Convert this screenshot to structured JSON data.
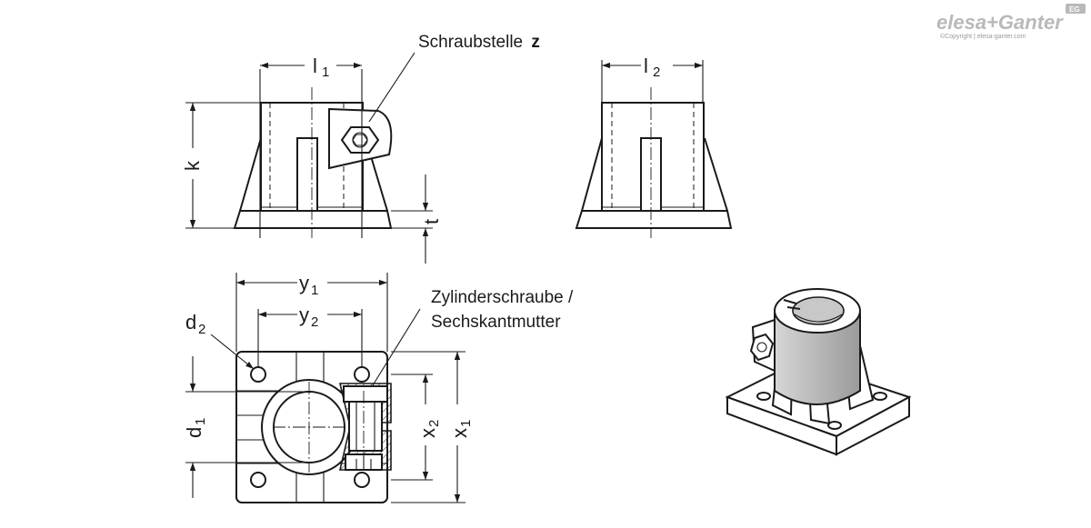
{
  "logo": {
    "brand": "elesa+Ganter",
    "badge": "EG",
    "copyright": "©Copyright | elesa-ganter.com"
  },
  "annotations": {
    "screw_location": "Schraubstelle",
    "screw_location_symbol": "z",
    "fastener_line1": "Zylinderschraube /",
    "fastener_line2": "Sechskantmutter"
  },
  "dimensions": {
    "l1": {
      "main": "l",
      "sub": "1"
    },
    "l2": {
      "main": "l",
      "sub": "2"
    },
    "k": {
      "main": "k"
    },
    "t": {
      "main": "t"
    },
    "y1": {
      "main": "y",
      "sub": "1"
    },
    "y2": {
      "main": "y",
      "sub": "2"
    },
    "d1": {
      "main": "d",
      "sub": "1"
    },
    "d2": {
      "main": "d",
      "sub": "2"
    },
    "x1": {
      "main": "x",
      "sub": "1"
    },
    "x2": {
      "main": "x",
      "sub": "2"
    }
  },
  "colors": {
    "line": "#1a1a1a",
    "background": "#ffffff",
    "shading": "#c8c8c8",
    "logo": "#b9b9b9"
  }
}
